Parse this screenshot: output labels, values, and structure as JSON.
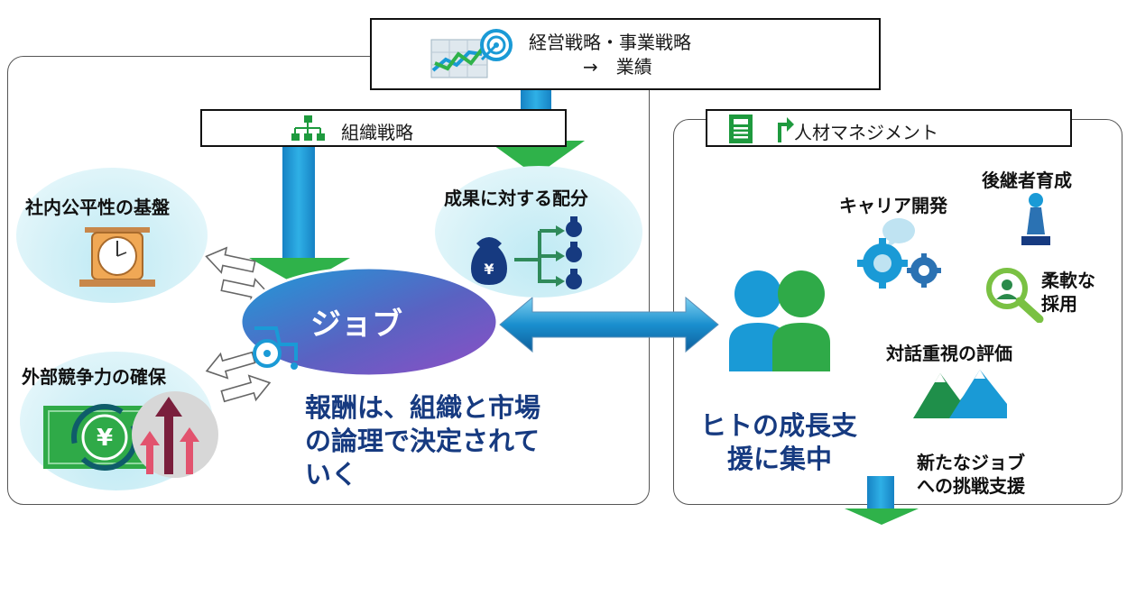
{
  "top_box": {
    "line1": "経営戦略・事業戦略",
    "line2": "→　業績",
    "icon": "chart-target-icon"
  },
  "org_box": {
    "label": "組織戦略",
    "icon": "org-chart-icon"
  },
  "hr_box": {
    "label": "人材マネジメント",
    "icon": "document-arrow-icon"
  },
  "left_panel": {
    "fairness": "社内公平性の基盤",
    "competitiveness": "外部競争力の確保",
    "distribution": "成果に対する配分",
    "job": "ジョブ",
    "summary": [
      "報酬は、組織と市場",
      "の論理で決定されて",
      "いく"
    ]
  },
  "right_panel": {
    "successor": "後継者育成",
    "career": "キャリア開発",
    "hiring": [
      "柔軟な",
      "採用"
    ],
    "evaluation": "対話重視の評価",
    "summary": [
      "ヒトの成長支",
      "援に集中"
    ],
    "new_job": [
      "新たなジョブ",
      "への挑戦支援"
    ]
  },
  "colors": {
    "arrow_blue": "#1a9ad6",
    "arrow_green": "#2fb24a",
    "navy": "#163a80",
    "ellipse_blue": "#bfeaf4"
  }
}
